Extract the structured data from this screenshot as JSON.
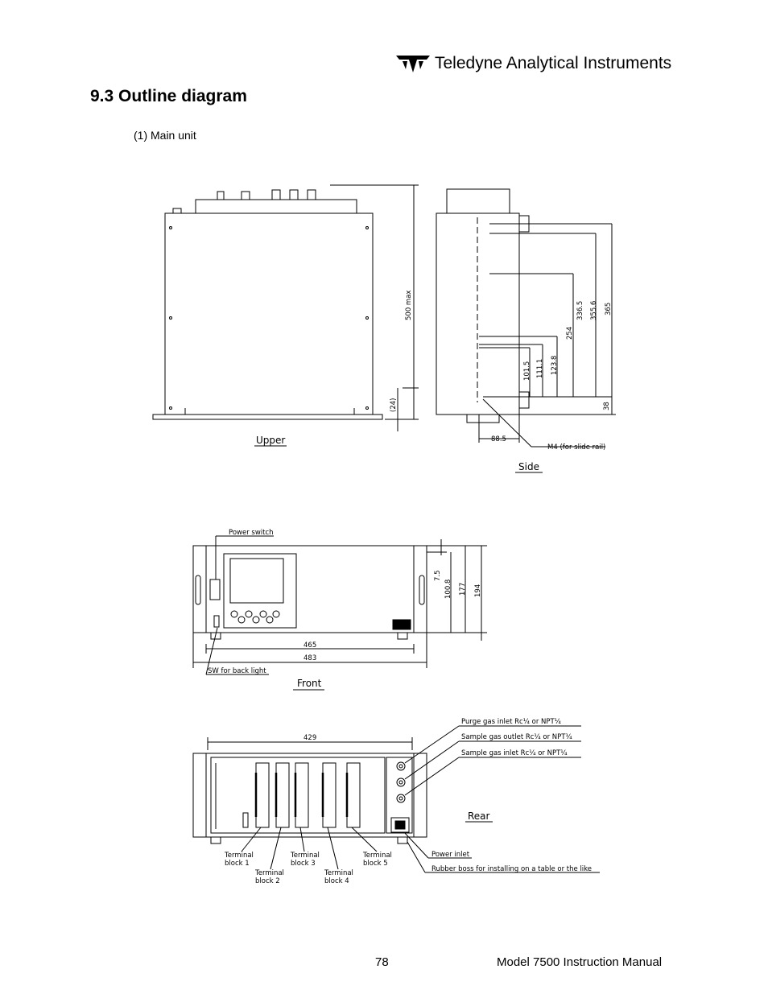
{
  "header": {
    "company": "Teledyne Analytical Instruments",
    "logo_icon": "teledyne-logo-icon"
  },
  "section": {
    "title": "9.3 Outline diagram",
    "subtitle": "(1) Main unit"
  },
  "views": {
    "upper": {
      "label": "Upper",
      "dim_height": "500 max",
      "dim_handle": "(24)"
    },
    "side": {
      "label": "Side",
      "dims": [
        "101.5",
        "111.1",
        "123.8",
        "254",
        "336.5",
        "355.6",
        "365",
        "38",
        "88.5"
      ],
      "note": "M4 (for slide rail)"
    },
    "front": {
      "label": "Front",
      "power_switch": "Power switch",
      "backlight_switch": "SW for back light",
      "dims_v": [
        "7.5",
        "100.8",
        "177",
        "194"
      ],
      "dim_inner_width": "465",
      "dim_outer_width": "483"
    },
    "rear": {
      "label": "Rear",
      "dim_width": "429",
      "purge_inlet": "Purge gas inlet  Rc¹⁄₄ or NPT¹⁄₄",
      "sample_outlet": "Sample gas outlet  Rc¹⁄₄ or NPT¹⁄₄",
      "sample_inlet": "Sample gas inlet  Rc¹⁄₄ or NPT¹⁄₄",
      "power_inlet": "Power inlet",
      "rubber_boss": "Rubber boss for installing on a table or the like",
      "terminal_label": "Terminal",
      "terminal_blocks": [
        "block 1",
        "block 2",
        "block 3",
        "block 4",
        "block 5"
      ]
    }
  },
  "footer": {
    "page": "78",
    "manual": "Model 7500 Instruction Manual"
  }
}
